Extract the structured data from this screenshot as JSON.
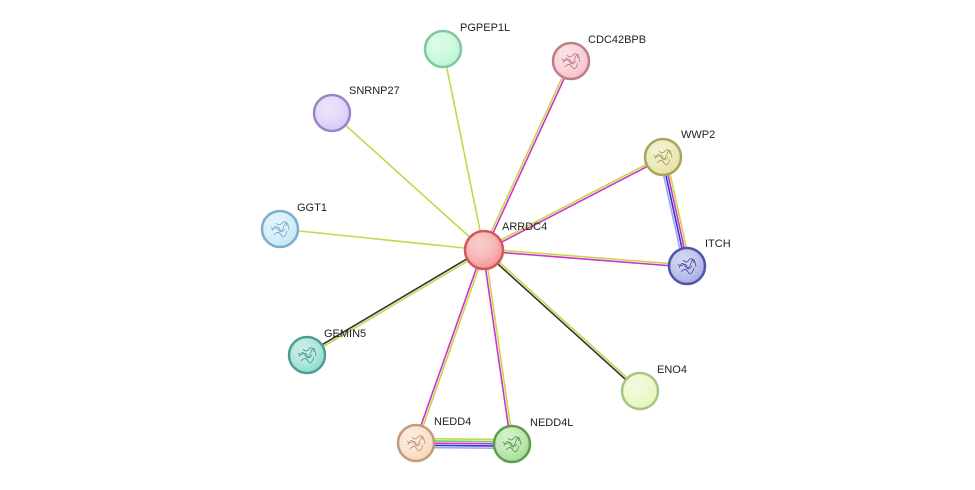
{
  "network": {
    "center": "ARRDC4",
    "nodes": [
      {
        "id": "ARRDC4",
        "label": "ARRDC4",
        "fill": "#f28c8c",
        "stroke": "#d05858",
        "structure": false
      },
      {
        "id": "PGPEP1L",
        "label": "PGPEP1L",
        "fill": "#b3f5cd",
        "stroke": "#7fc89c",
        "structure": false
      },
      {
        "id": "CDC42BPB",
        "label": "CDC42BPB",
        "fill": "#f5bcc6",
        "stroke": "#c07c88",
        "structure": true
      },
      {
        "id": "SNRNP27",
        "label": "SNRNP27",
        "fill": "#d3c2f7",
        "stroke": "#9a84c8",
        "structure": false
      },
      {
        "id": "WWP2",
        "label": "WWP2",
        "fill": "#e3df9a",
        "stroke": "#a9a35c",
        "structure": true
      },
      {
        "id": "GGT1",
        "label": "GGT1",
        "fill": "#bfe5f7",
        "stroke": "#7faecc",
        "structure": true
      },
      {
        "id": "ITCH",
        "label": "ITCH",
        "fill": "#9ea4e0",
        "stroke": "#4f55a6",
        "structure": true
      },
      {
        "id": "GEMIN5",
        "label": "GEMIN5",
        "fill": "#86d8cb",
        "stroke": "#4f9e92",
        "structure": true
      },
      {
        "id": "ENO4",
        "label": "ENO4",
        "fill": "#e0f5b3",
        "stroke": "#a8c483",
        "structure": false
      },
      {
        "id": "NEDD4",
        "label": "NEDD4",
        "fill": "#f7d4b4",
        "stroke": "#c49a7a",
        "structure": true
      },
      {
        "id": "NEDD4L",
        "label": "NEDD4L",
        "fill": "#9fdb8c",
        "stroke": "#5c9e4c",
        "structure": true
      }
    ],
    "edges": [
      {
        "source": "ARRDC4",
        "target": "PGPEP1L",
        "colors": [
          "#c6d64a"
        ]
      },
      {
        "source": "ARRDC4",
        "target": "CDC42BPB",
        "colors": [
          "#c6d64a",
          "#cc33cc"
        ]
      },
      {
        "source": "ARRDC4",
        "target": "SNRNP27",
        "colors": [
          "#c6d64a"
        ]
      },
      {
        "source": "ARRDC4",
        "target": "WWP2",
        "colors": [
          "#c6d64a",
          "#cc33cc"
        ]
      },
      {
        "source": "ARRDC4",
        "target": "GGT1",
        "colors": [
          "#c6d64a"
        ]
      },
      {
        "source": "ARRDC4",
        "target": "ITCH",
        "colors": [
          "#c6d64a",
          "#cc33cc"
        ]
      },
      {
        "source": "ARRDC4",
        "target": "GEMIN5",
        "colors": [
          "#c6d64a",
          "#333333"
        ]
      },
      {
        "source": "ARRDC4",
        "target": "ENO4",
        "colors": [
          "#c6d64a",
          "#333333"
        ]
      },
      {
        "source": "ARRDC4",
        "target": "NEDD4",
        "colors": [
          "#c6d64a",
          "#cc33cc"
        ]
      },
      {
        "source": "ARRDC4",
        "target": "NEDD4L",
        "colors": [
          "#c6d64a",
          "#cc33cc"
        ]
      },
      {
        "source": "WWP2",
        "target": "ITCH",
        "colors": [
          "#c6d64a",
          "#cc33cc",
          "#3333cc",
          "#99aaee"
        ]
      },
      {
        "source": "NEDD4",
        "target": "NEDD4L",
        "colors": [
          "#c6d64a",
          "#66cc66",
          "#cc33cc",
          "#3333cc",
          "#99aaee"
        ]
      }
    ]
  }
}
